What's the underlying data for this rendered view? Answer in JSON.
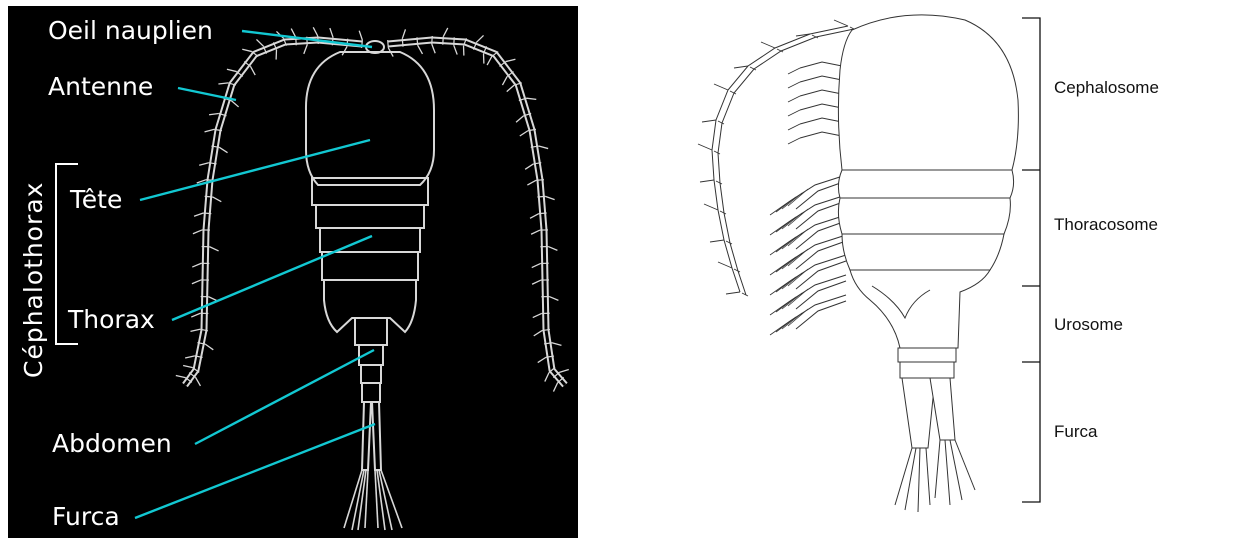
{
  "left_diagram": {
    "labels": {
      "oeil": "Oeil nauplien",
      "antenne": "Antenne",
      "tete": "Tête",
      "thorax": "Thorax",
      "abdomen": "Abdomen",
      "furca": "Furca",
      "cephalothorax": "Céphalothorax"
    },
    "background": "#000000",
    "outline_color": "#d8d8d8",
    "leader_color": "#12c8d2"
  },
  "right_diagram": {
    "labels": {
      "cephalosome": "Cephalosome",
      "thoracosome": "Thoracosome",
      "urosome": "Urosome",
      "furca": "Furca"
    },
    "ink_color": "#333333"
  }
}
